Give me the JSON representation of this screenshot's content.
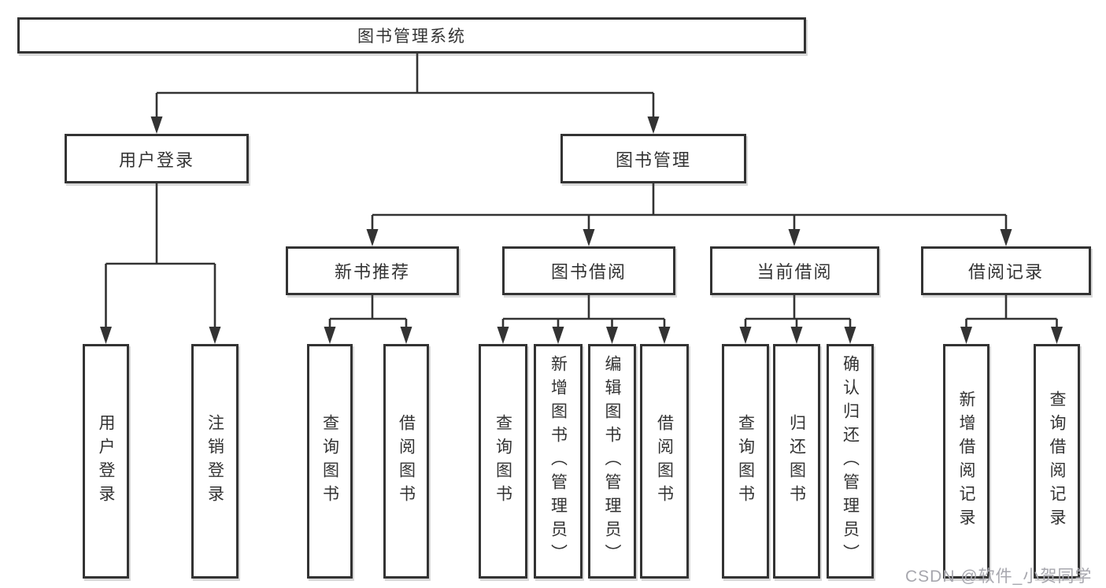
{
  "diagram_type": "hierarchy-tree",
  "tree": {
    "label": "图书管理系统",
    "children": [
      {
        "label": "用户登录",
        "children": [
          {
            "label": "用户登录"
          },
          {
            "label": "注销登录"
          }
        ]
      },
      {
        "label": "图书管理",
        "children": [
          {
            "label": "新书推荐",
            "children": [
              {
                "label": "查询图书"
              },
              {
                "label": "借阅图书"
              }
            ]
          },
          {
            "label": "图书借阅",
            "children": [
              {
                "label": "查询图书"
              },
              {
                "label": "新增图书（管理员）"
              },
              {
                "label": "编辑图书（管理员）"
              },
              {
                "label": "借阅图书"
              }
            ]
          },
          {
            "label": "当前借阅",
            "children": [
              {
                "label": "查询图书"
              },
              {
                "label": "归还图书"
              },
              {
                "label": "确认归还（管理员）"
              }
            ]
          },
          {
            "label": "借阅记录",
            "children": [
              {
                "label": "新增借阅记录"
              },
              {
                "label": "查询借阅记录"
              }
            ]
          }
        ]
      }
    ]
  },
  "watermark": {
    "text": "CSDN @软件_小贺同学"
  },
  "colors": {
    "line": "#333333",
    "text": "#333333",
    "background": "#ffffff",
    "watermark": "#a7a7ae"
  }
}
